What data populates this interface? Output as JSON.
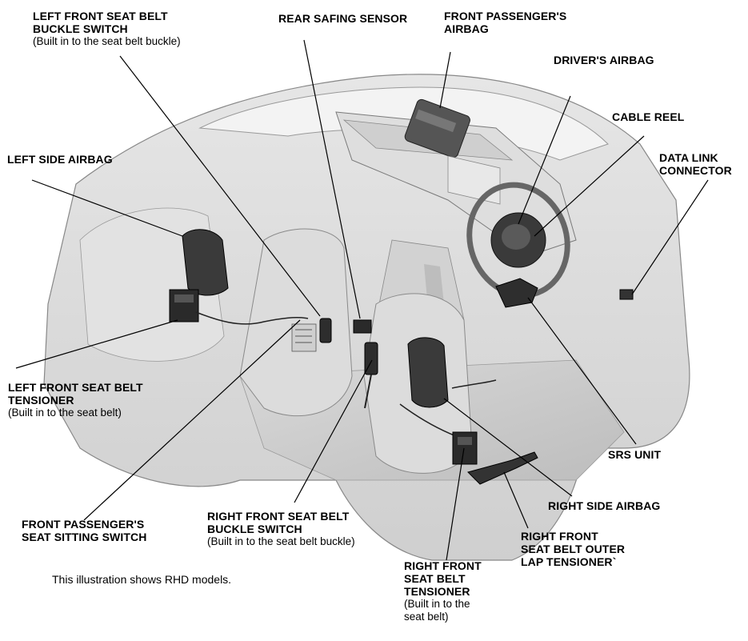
{
  "diagram": {
    "labels": {
      "left_front_buckle": {
        "title": [
          "LEFT FRONT SEAT BELT",
          "BUCKLE SWITCH"
        ],
        "sub": "(Built in to the seat belt buckle)"
      },
      "rear_safing": {
        "title": [
          "REAR SAFING SENSOR"
        ]
      },
      "front_passenger_airbag": {
        "title": [
          "FRONT PASSENGER'S",
          "AIRBAG"
        ]
      },
      "drivers_airbag": {
        "title": [
          "DRIVER'S AIRBAG"
        ]
      },
      "cable_reel": {
        "title": [
          "CABLE REEL"
        ]
      },
      "data_link": {
        "title": [
          "DATA LINK",
          "CONNECTOR"
        ]
      },
      "left_side_airbag": {
        "title": [
          "LEFT SIDE AIRBAG"
        ]
      },
      "left_front_tensioner": {
        "title": [
          "LEFT FRONT SEAT BELT",
          "TENSIONER"
        ],
        "sub": "(Built in to the seat belt)"
      },
      "srs_unit": {
        "title": [
          "SRS UNIT"
        ]
      },
      "right_side_airbag": {
        "title": [
          "RIGHT SIDE AIRBAG"
        ]
      },
      "front_passenger_seat_switch": {
        "title": [
          "FRONT PASSENGER'S",
          "SEAT SITTING SWITCH"
        ]
      },
      "right_front_buckle": {
        "title": [
          "RIGHT FRONT SEAT BELT",
          "BUCKLE SWITCH"
        ],
        "sub": "(Built in to the seat belt buckle)"
      },
      "right_front_outer_lap": {
        "title": [
          "RIGHT FRONT",
          "SEAT BELT OUTER",
          "LAP TENSIONER`"
        ]
      },
      "right_front_tensioner": {
        "title": [
          "RIGHT FRONT",
          "SEAT BELT",
          "TENSIONER"
        ],
        "sub_lines": [
          "(Built in to the",
          "seat belt)"
        ]
      }
    },
    "note": "This illustration shows RHD models."
  }
}
